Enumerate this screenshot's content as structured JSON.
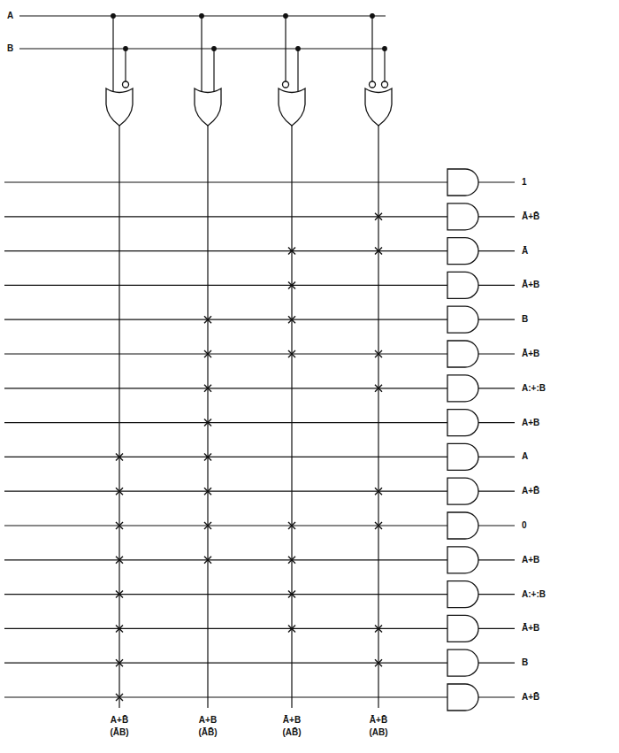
{
  "diagram": {
    "labels": [
      "A",
      "B",
      "1",
      "Ā+B̄",
      "Ā",
      "Ā+B",
      "B",
      "Ā+B",
      "A:+:B",
      "A+B",
      "A",
      "A+B̄",
      "0",
      "A+B",
      "A:+:B",
      "Ā+B",
      "B",
      "A+B̄",
      "A+B̄",
      "(ĀB)",
      "A+B",
      "(ĀB̄)",
      "Ā+B",
      "(AB̄)",
      "Ā+B̄",
      "(AB)"
    ]
  }
}
